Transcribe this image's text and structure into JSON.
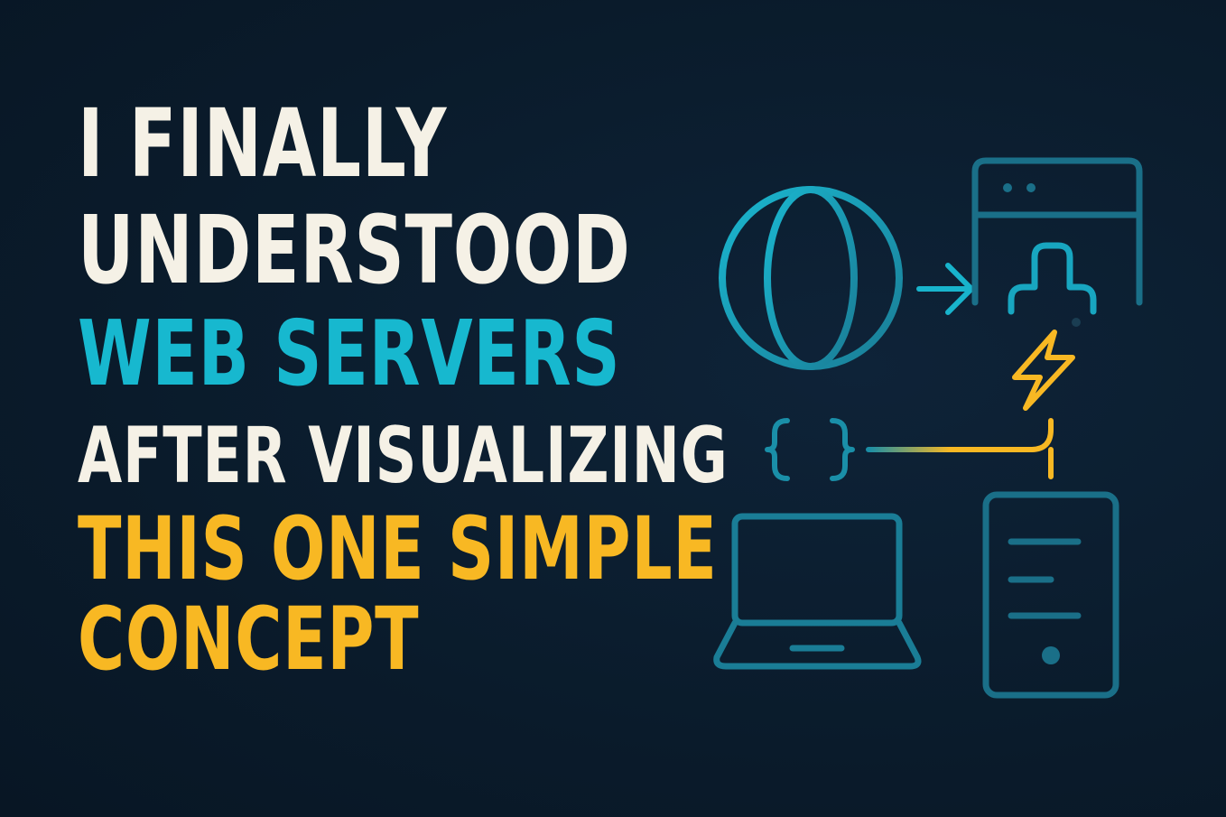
{
  "headline": {
    "line1": "I FINALLY",
    "line2": "UNDERSTOOD",
    "line3": "WEB SERVERS",
    "line4": "AFTER VISUALIZING",
    "line5": "THIS ONE SIMPLE",
    "line6": "CONCEPT"
  },
  "colors": {
    "background": "#0b1d2e",
    "cream": "#f5f1e6",
    "cyan": "#17b8cf",
    "yellow": "#f8b823",
    "teal": "#1a7d96"
  },
  "icons": [
    "globe-icon",
    "arrow-right-icon",
    "browser-window-icon",
    "plug-icon",
    "lightning-icon",
    "code-braces-icon",
    "laptop-icon",
    "server-tower-icon"
  ]
}
